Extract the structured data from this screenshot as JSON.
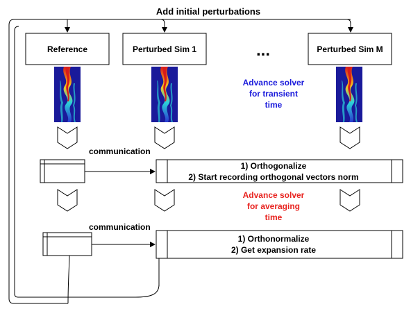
{
  "title": "Add initial perturbations",
  "boxes": {
    "reference": "Reference",
    "perturbed_1": "Perturbed Sim 1",
    "ellipsis": "...",
    "perturbed_m": "Perturbed Sim M"
  },
  "annotations": {
    "transient": [
      "Advance solver",
      "for transient",
      "time"
    ],
    "averaging": [
      "Advance solver",
      "for averaging",
      "time"
    ]
  },
  "communication_labels": [
    "communication",
    "communication"
  ],
  "step1": [
    "1) Orthogonalize",
    "2) Start recording orthogonal vectors norm"
  ],
  "step2": [
    "1) Orthonormalize",
    "2) Get expansion rate"
  ],
  "colors": {
    "transient_text": "#1a1adb",
    "averaging_text": "#e8231f",
    "stroke": "#000000",
    "field_low": "#1a1a9a",
    "field_high": "#d81b1b"
  }
}
